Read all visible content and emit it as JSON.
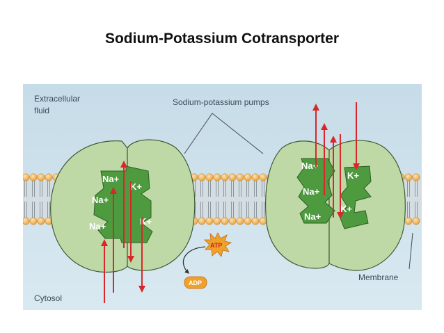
{
  "slide": {
    "title": "Sodium-Potassium Cotransporter"
  },
  "figure": {
    "labels": {
      "extracellular_line1": "Extracellular",
      "extracellular_line2": "fluid",
      "pumps": "Sodium-potassium pumps",
      "cytosol": "Cytosol",
      "membrane": "Membrane"
    },
    "left_pump": {
      "ions": {
        "na1": "Na+",
        "na2": "Na+",
        "na3": "Na+",
        "k1": "K+",
        "k2": "K+"
      }
    },
    "right_pump": {
      "ions": {
        "na1": "Na+",
        "na2": "Na+",
        "na3": "Na+",
        "k1": "K+",
        "k2": "K+"
      }
    },
    "energy": {
      "atp": "ATP",
      "adp": "ADP"
    },
    "colors": {
      "extracellular_bg": "#c9dee9",
      "cytosol_bg": "#d6e7f0",
      "protein_fill": "#bfd9a6",
      "binding_site": "#4e9a3e",
      "arrow": "#d9262a",
      "lipid_head": "#f1b04a"
    }
  }
}
